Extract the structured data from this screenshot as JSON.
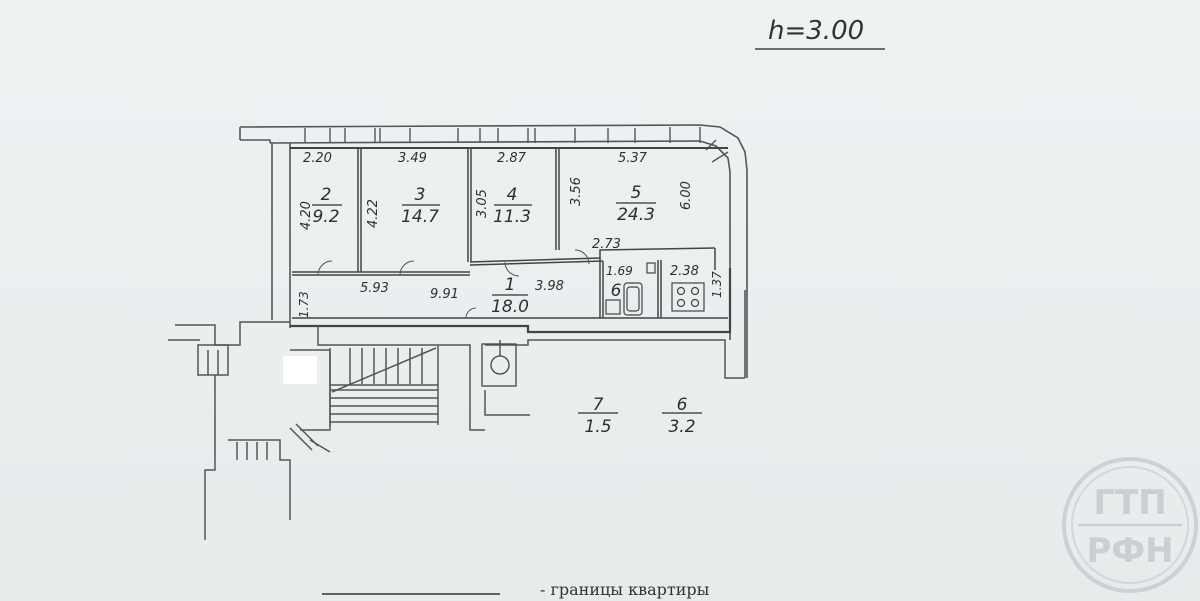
{
  "header": {
    "height_note": "h=3.00"
  },
  "legend": {
    "text": "- границы квартиры"
  },
  "dimensions": {
    "d220": "2.20",
    "d349": "3.49",
    "d287": "2.87",
    "d537": "5.37",
    "d420": "4.20",
    "d422": "4.22",
    "d305": "3.05",
    "d356": "3.56",
    "d600": "6.00",
    "d273": "2.73",
    "d593": "5.93",
    "d991": "9.91",
    "d398": "3.98",
    "d169": "1.69",
    "d238": "2.38",
    "d137": "1.37",
    "d173": "1.73"
  },
  "rooms": [
    {
      "num": "2",
      "area": "9.2"
    },
    {
      "num": "3",
      "area": "14.7"
    },
    {
      "num": "4",
      "area": "11.3"
    },
    {
      "num": "5",
      "area": "24.3"
    },
    {
      "num": "1",
      "area": "18.0"
    },
    {
      "num": "6",
      "area": ""
    },
    {
      "num": "7",
      "area": "1.5"
    },
    {
      "num": "6",
      "area": "3.2"
    }
  ],
  "watermark": {
    "top": "ГТП",
    "bottom": "РФН"
  }
}
